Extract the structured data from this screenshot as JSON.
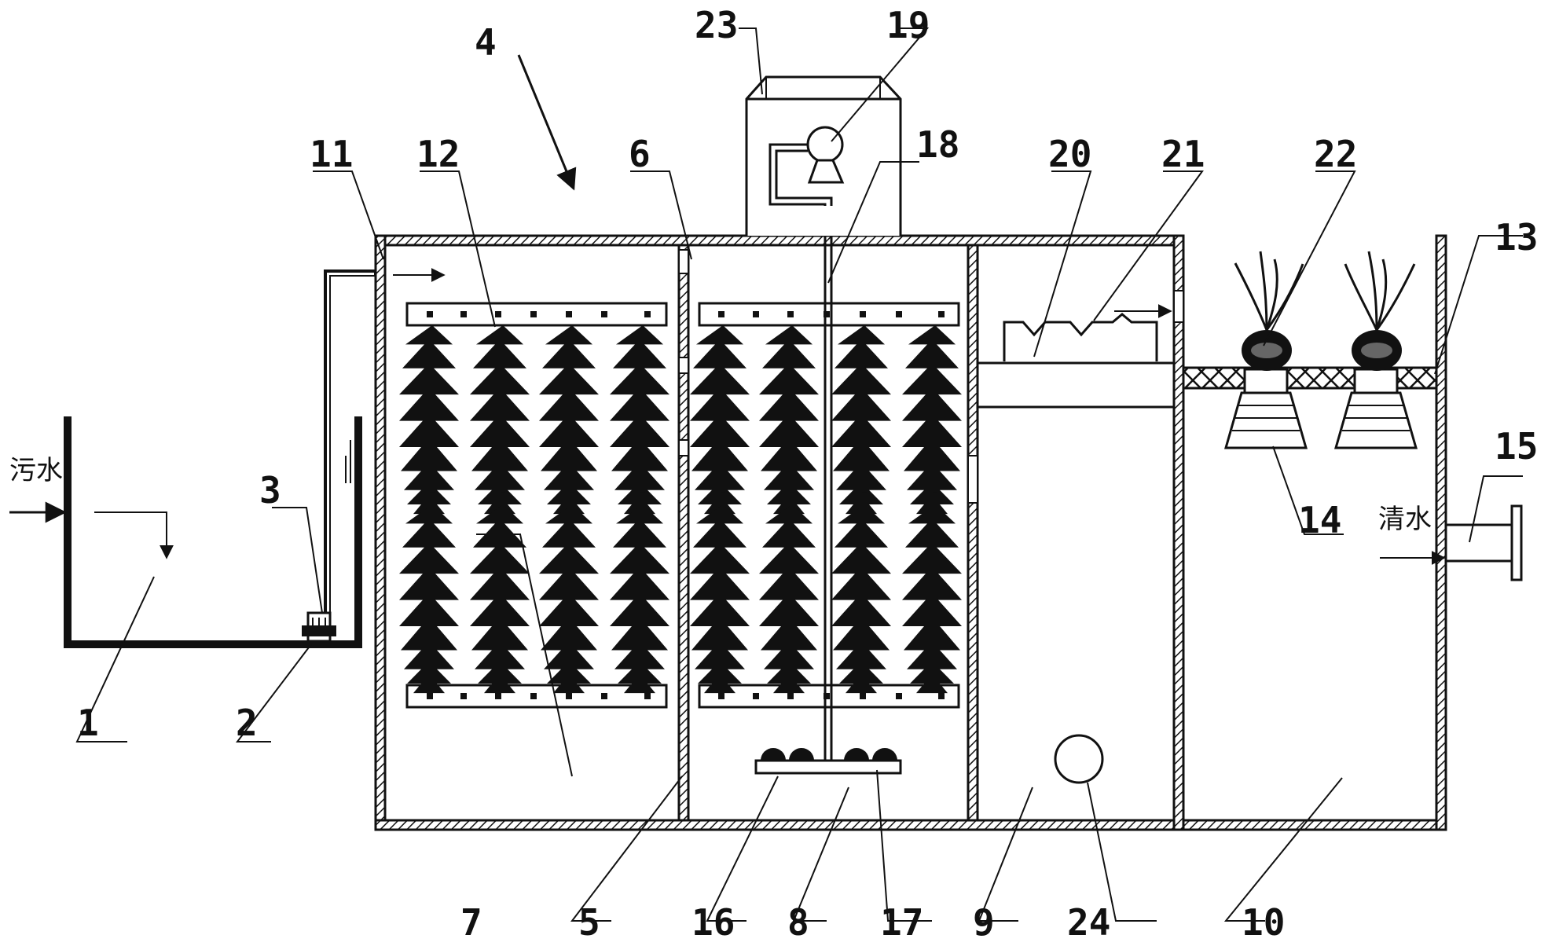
{
  "texts": {
    "inlet": "污水",
    "outlet": "清水"
  },
  "labels": [
    "1",
    "2",
    "3",
    "4",
    "5",
    "6",
    "7",
    "8",
    "9",
    "10",
    "11",
    "12",
    "13",
    "14",
    "15",
    "16",
    "17",
    "18",
    "19",
    "20",
    "21",
    "22",
    "23",
    "24"
  ]
}
